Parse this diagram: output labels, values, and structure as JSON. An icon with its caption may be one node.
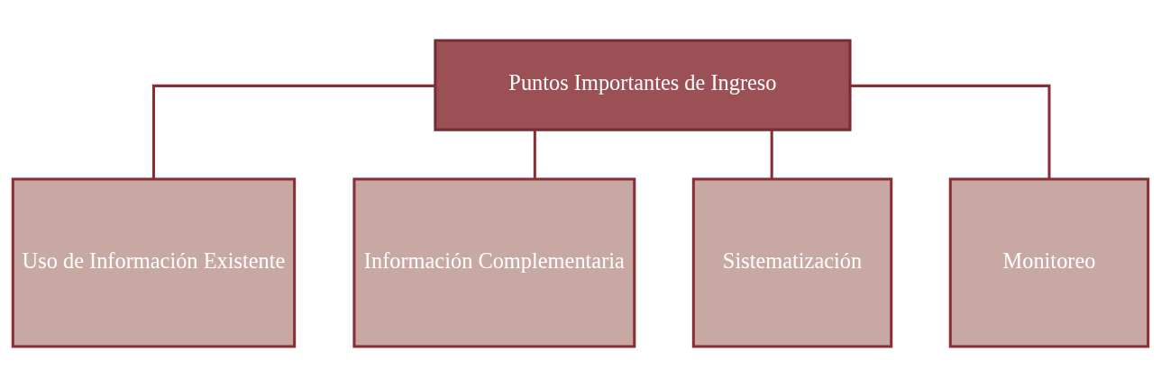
{
  "diagram": {
    "nodes": [
      {
        "text": [
          "Puntos Importantes de Ingreso"
        ]
      },
      {
        "text": [
          "Uso de Información Existente"
        ]
      },
      {
        "text": [
          "Información Complementaria"
        ]
      },
      {
        "text": [
          "Sistematización"
        ]
      },
      {
        "text": [
          "Monitoreo"
        ]
      }
    ],
    "edges": [
      {
        "from": 0,
        "to": 1,
        "arrow": "none"
      },
      {
        "from": 0,
        "to": 2,
        "arrow": "none"
      },
      {
        "from": 0,
        "to": 3,
        "arrow": "none"
      },
      {
        "from": 0,
        "to": 4,
        "arrow": "none"
      }
    ]
  }
}
